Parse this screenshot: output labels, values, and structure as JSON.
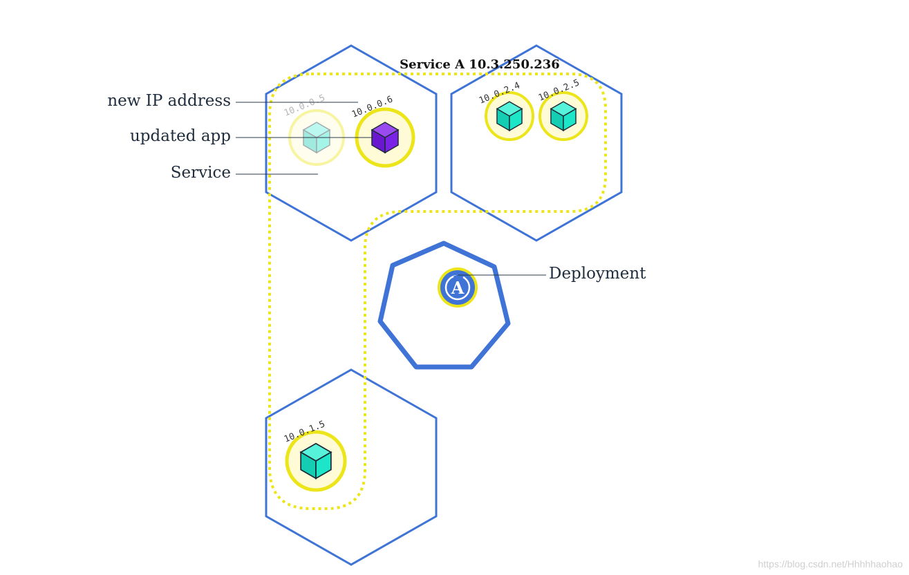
{
  "service": {
    "title": "Service A 10.3.250.236"
  },
  "callouts": {
    "new_ip": "new IP address",
    "updated_app": "updated app",
    "service": "Service",
    "deployment": "Deployment"
  },
  "pods": {
    "old_pod_ip": "10.0.0.5",
    "new_pod_ip": "10.0.0.6",
    "pod_2_4": "10.0.2.4",
    "pod_2_5": "10.0.2.5",
    "pod_1_5": "10.0.1.5"
  },
  "deployment_icon": {
    "letter": "A"
  },
  "watermark": "https://blog.csdn.net/Hhhhhaohao",
  "colors": {
    "node_stroke": "#3f74d6",
    "service_dash": "#ece51a",
    "pod_ring": "#ece51a",
    "pod_cube": "#1de6c8",
    "updated_cube": "#7a22e6"
  }
}
